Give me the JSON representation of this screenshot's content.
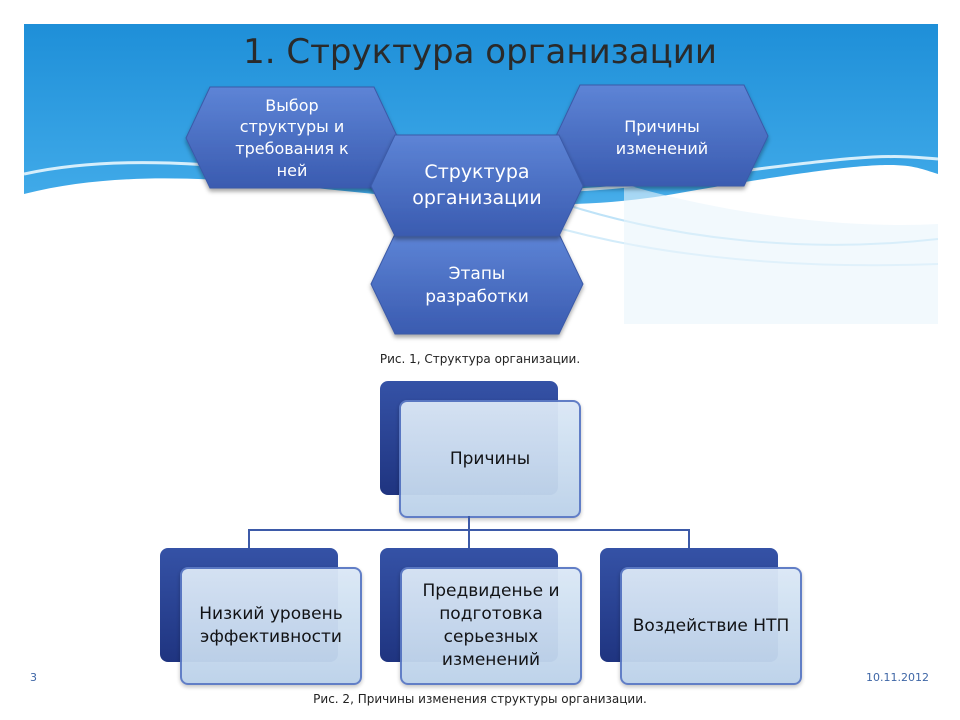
{
  "title": "1. Структура организации",
  "hexagons": {
    "center": "Структура организации",
    "top_left": "Выбор структуры и требования к ней",
    "top_right": "Причины изменений",
    "bottom": "Этапы разработки"
  },
  "caption1": "Рис. 1, Структура организации.",
  "tree": {
    "root": "Причины",
    "children": [
      "Низкий уровень эффективности",
      "Предвиденье и подготовка серьезных изменений",
      "Воздействие НТП"
    ]
  },
  "caption2": "Рис. 2, Причины изменения структуры организации.",
  "footer": {
    "page_number": "3",
    "date": "10.11.2012"
  },
  "colors": {
    "hex_fill": "#4a6fc6",
    "box_back": "#2b4596",
    "box_front": "#cddff2",
    "accent": "#3e66a6"
  }
}
